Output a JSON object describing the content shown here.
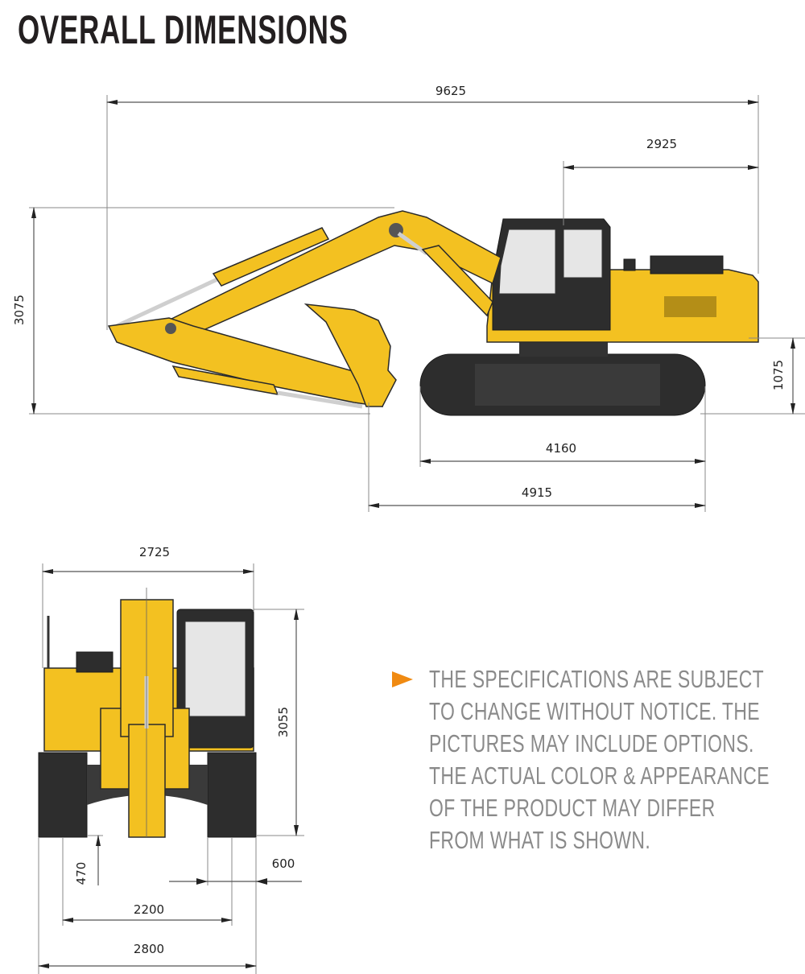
{
  "title": "OVERALL DIMENSIONS",
  "side_view": {
    "overall_length": "9625",
    "rear_swing": "2925",
    "overall_height": "3075",
    "counterweight_clearance": "1075",
    "track_ground_length": "4160",
    "track_length": "4915"
  },
  "front_view": {
    "upper_width": "2725",
    "cab_height": "3055",
    "ground_clearance": "470",
    "shoe_width": "600",
    "track_gauge": "2200",
    "overall_width": "2800"
  },
  "note": {
    "lines": [
      "THE SPECIFICATIONS ARE SUBJECT",
      "TO CHANGE WITHOUT NOTICE. THE",
      "PICTURES MAY INCLUDE OPTIONS.",
      "THE ACTUAL COLOR & APPEARANCE",
      "OF THE PRODUCT MAY DIFFER",
      "FROM WHAT IS SHOWN."
    ]
  },
  "colors": {
    "machine_yellow": "#f3c121",
    "accent_orange": "#f08a12",
    "text_gray": "#8a8a8a"
  }
}
